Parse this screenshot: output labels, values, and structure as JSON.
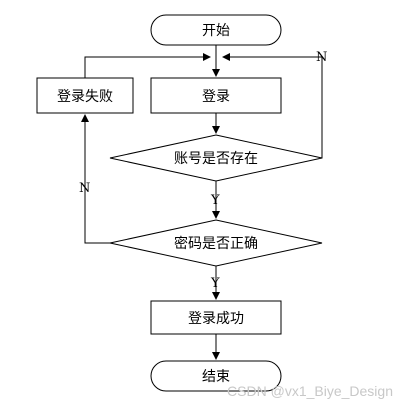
{
  "flowchart": {
    "start": "开始",
    "login": "登录",
    "login_failed": "登录失败",
    "account_exists": "账号是否存在",
    "password_correct": "密码是否正确",
    "login_success": "登录成功",
    "end": "结束",
    "edge_labels": {
      "account_no": "N",
      "account_yes": "Y",
      "password_no": "N",
      "password_yes": "Y"
    }
  },
  "watermark": "CSDN @vx1_Biye_Design",
  "colors": {
    "stroke": "#000000",
    "fill": "#ffffff",
    "watermark": "#c8c8c8"
  }
}
